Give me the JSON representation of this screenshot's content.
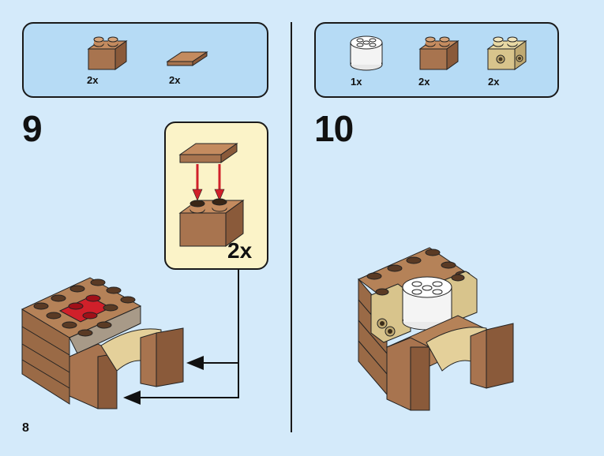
{
  "steps": [
    {
      "number": "9",
      "parts": [
        {
          "icon": "brown-brick-1x2-icon",
          "qty": "2x"
        },
        {
          "icon": "brown-plate-tile-1x2-icon",
          "qty": "2x"
        }
      ],
      "callout": {
        "multiplier": "2x"
      }
    },
    {
      "number": "10",
      "parts": [
        {
          "icon": "white-round-brick-2x2-icon",
          "qty": "1x"
        },
        {
          "icon": "brown-brick-1x2-icon",
          "qty": "2x"
        },
        {
          "icon": "tan-brick-1x2-side-studs-icon",
          "qty": "2x"
        }
      ]
    }
  ],
  "page_number": "8",
  "colors": {
    "background": "#d4eafa",
    "parts_box": "#b6dbf5",
    "callout": "#fbf3c8",
    "brown": "#a8744f",
    "tan": "#d8c48c",
    "red_arrow": "#d0202a"
  }
}
